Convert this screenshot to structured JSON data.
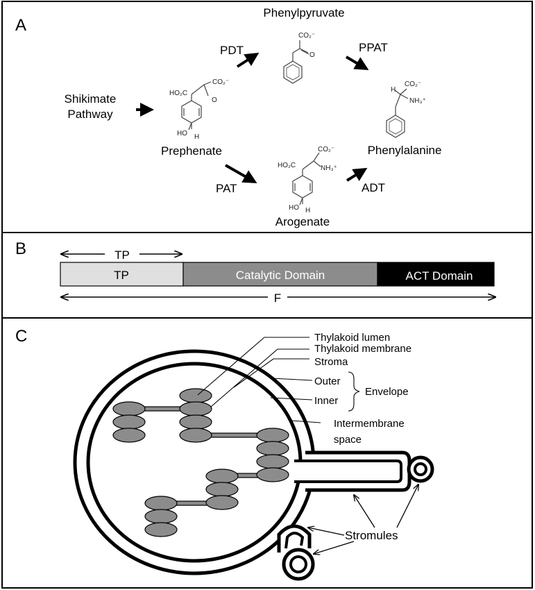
{
  "panel_a": {
    "letter": "A",
    "shikimate_line1": "Shikimate",
    "shikimate_line2": "Pathway",
    "prephenate": "Prephenate",
    "phenylpyruvate": "Phenylpyruvate",
    "phenylalanine": "Phenylalanine",
    "arogenate": "Arogenate",
    "enzymes": {
      "pdt": "PDT",
      "ppat": "PPAT",
      "pat": "PAT",
      "adt": "ADT"
    },
    "chem": {
      "ho2c": "HO₂C",
      "co2minus": "CO₂⁻",
      "o": "O",
      "ho": "HO",
      "h": "H",
      "nh3plus": "NH₃⁺"
    }
  },
  "panel_b": {
    "letter": "B",
    "tp_arrow_label": "TP",
    "f_arrow_label": "F",
    "domains": [
      {
        "label": "TP",
        "color": "#e0e0e0",
        "text_color": "#000000"
      },
      {
        "label": "Catalytic Domain",
        "color": "#8c8c8c",
        "text_color": "#ffffff"
      },
      {
        "label": "ACT Domain",
        "color": "#000000",
        "text_color": "#ffffff"
      }
    ]
  },
  "panel_c": {
    "letter": "C",
    "labels": {
      "thylakoid_lumen": "Thylakoid lumen",
      "thylakoid_membrane": "Thylakoid membrane",
      "stroma": "Stroma",
      "outer": "Outer",
      "inner": "Inner",
      "envelope": "Envelope",
      "intermembrane_1": "Intermembrane",
      "intermembrane_2": "space",
      "stromules": "Stromules"
    }
  },
  "colors": {
    "grana": "#8c8c8c",
    "frame": "#000000"
  }
}
